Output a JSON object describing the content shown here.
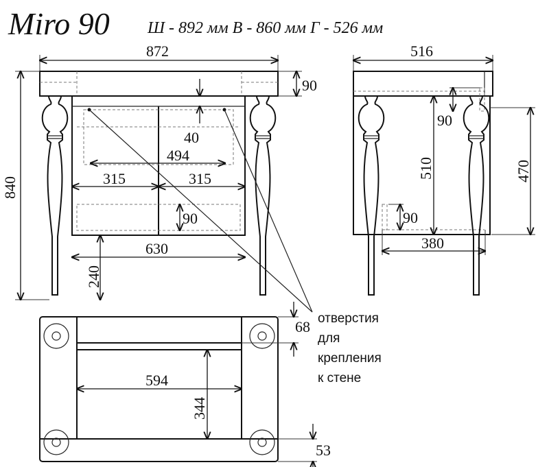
{
  "title": {
    "model": "Miro 90",
    "dimensions": "Ш - 892 мм В - 860 мм Г - 526 мм"
  },
  "front_view": {
    "width": "872",
    "top_height": "90",
    "total_height": "840",
    "hole_offset": "40",
    "hole_spacing": "494",
    "left_drawer": "315",
    "right_drawer": "315",
    "drawer_height": "90",
    "body_width": "630",
    "leg_clearance": "240"
  },
  "side_view": {
    "depth": "516",
    "top_offset": "90",
    "body_height": "510",
    "inner_height": "470",
    "bottom_offset": "90",
    "inner_depth": "380"
  },
  "plan_view": {
    "front_offset": "68",
    "inner_width": "594",
    "inner_depth": "344",
    "back_offset": "53"
  },
  "note": {
    "line1": "отверстия",
    "line2": "для",
    "line3": "крепления",
    "line4": "к стене"
  }
}
